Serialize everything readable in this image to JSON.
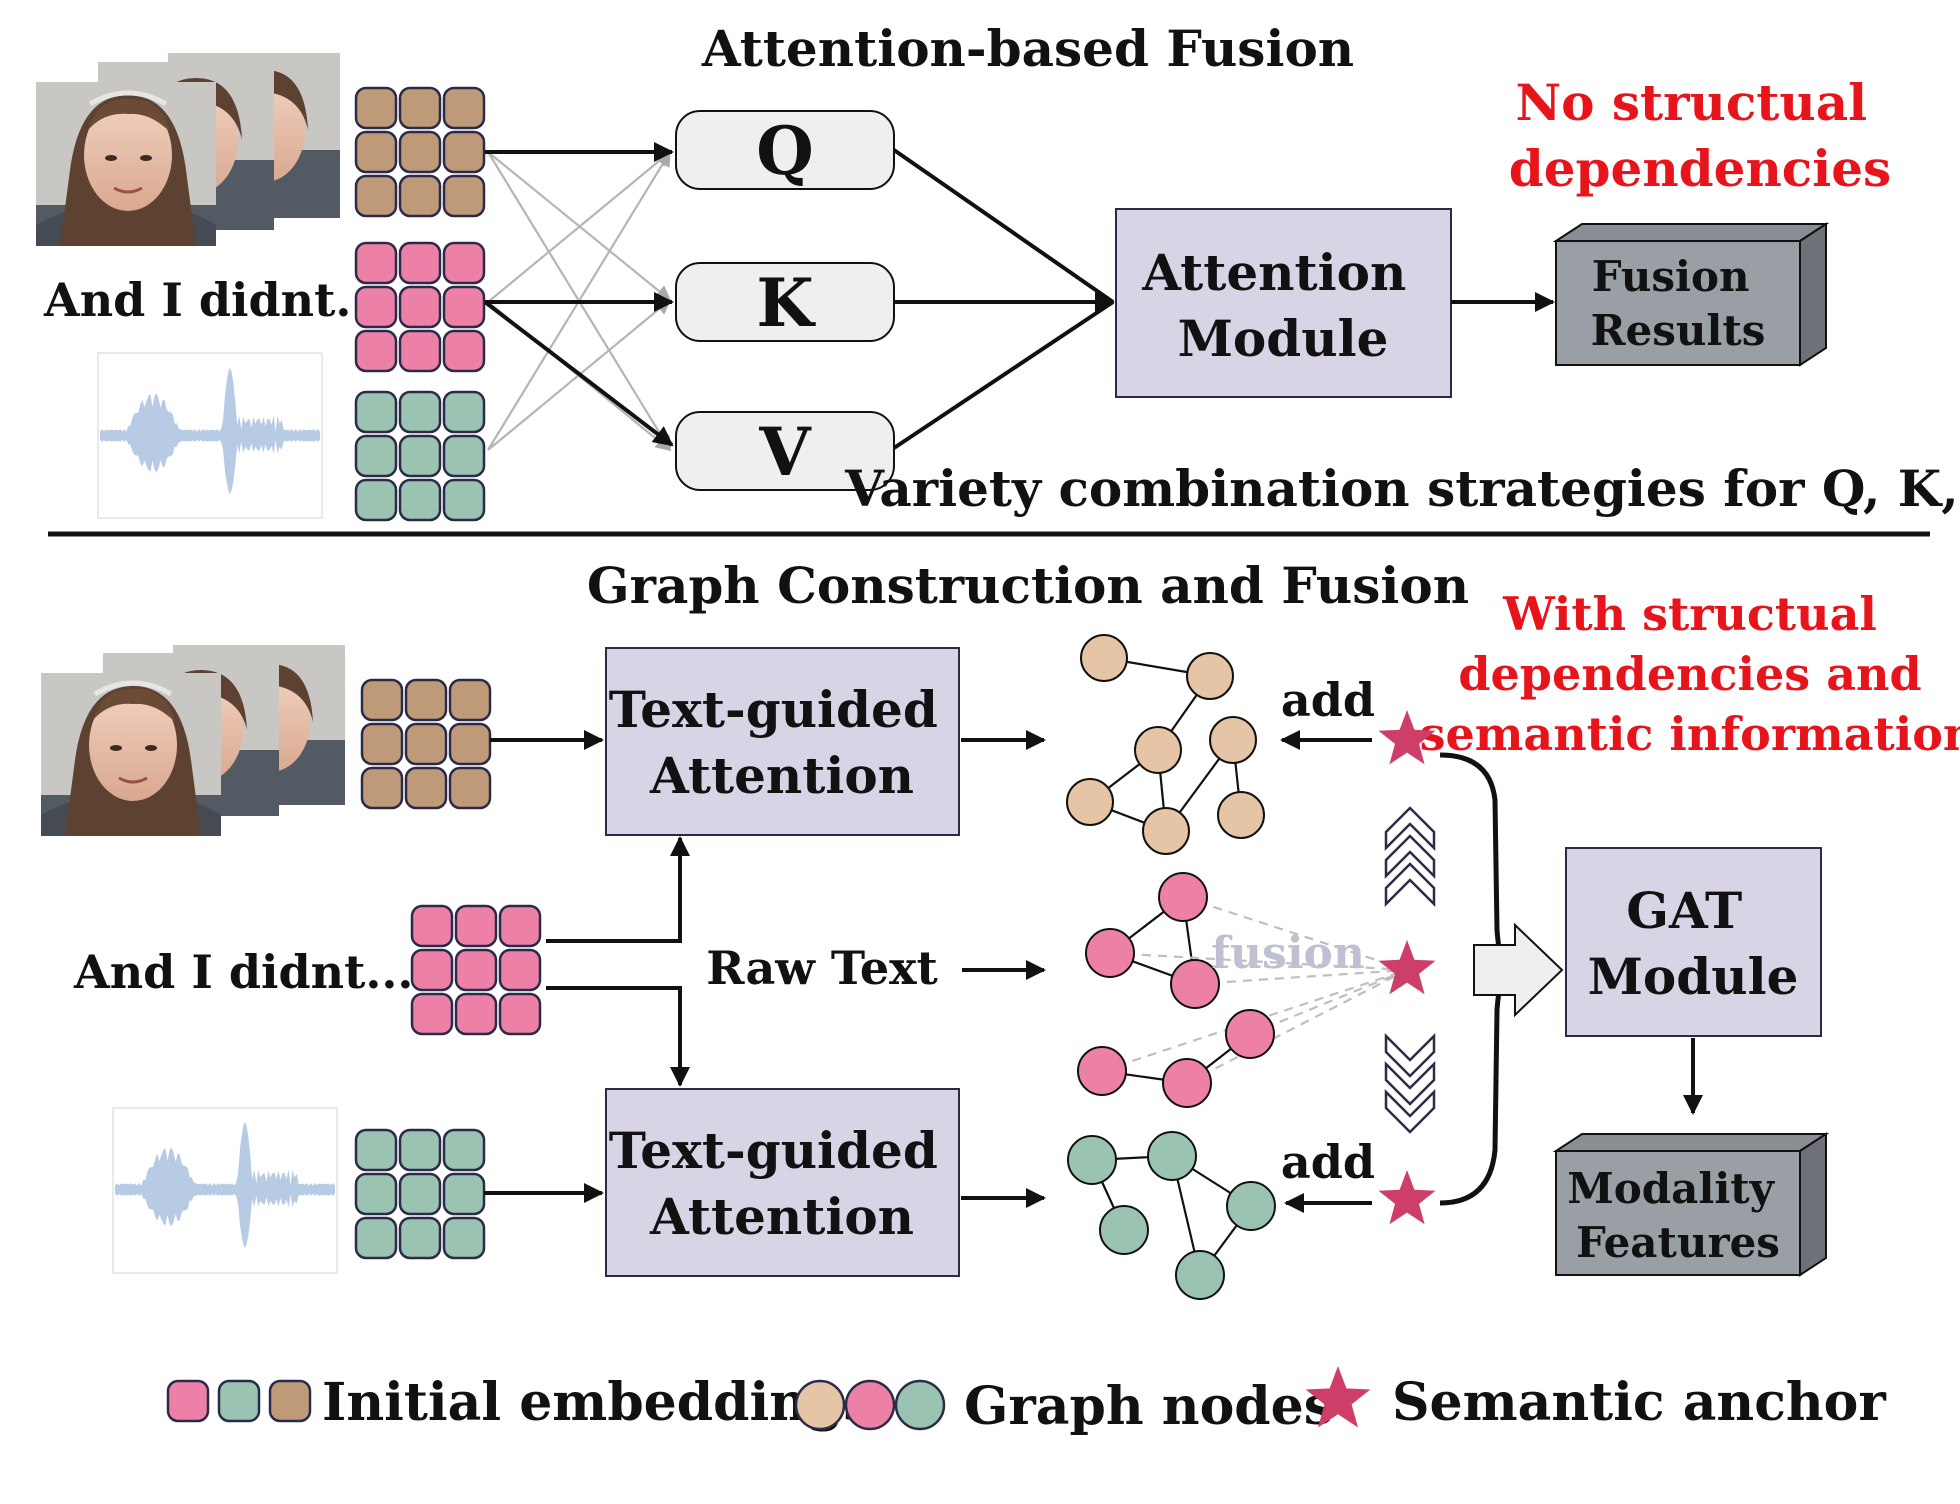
{
  "top": {
    "title": "Attention-based Fusion",
    "note_lines": [
      "No structual",
      "dependencies"
    ],
    "q_label": "Q",
    "k_label": "K",
    "v_label": "V",
    "attention_module": [
      "Attention",
      "Module"
    ],
    "fusion_results": [
      "Fusion",
      "Results"
    ],
    "text_input": "And I didnt..",
    "strategies": "Variety combination strategies for Q, K, V"
  },
  "bottom": {
    "title": "Graph Construction and Fusion",
    "note_lines": [
      "With structual",
      "dependencies and",
      "semantic information"
    ],
    "tga_top": [
      "Text-guided",
      "Attention"
    ],
    "tga_bottom": [
      "Text-guided",
      "Attention"
    ],
    "text_input": "And I didnt...",
    "raw_text": "Raw Text",
    "fusion": "fusion",
    "add_top": "add",
    "add_bottom": "add",
    "gat_module": [
      "GAT",
      "Module"
    ],
    "modality_features": [
      "Modality",
      "Features"
    ]
  },
  "legend": {
    "initial_embeddings": "Initial embeddings",
    "graph_nodes": "Graph nodes",
    "semantic_anchor": "Semantic anchor"
  },
  "colors": {
    "video": "#bf9a78",
    "text": "#ec80a7",
    "audio": "#9ac4b1",
    "video_node": "#e5c5a5",
    "text_node": "#ec80a7",
    "audio_node": "#9ac4b1",
    "module_fill": "#d8d3e5",
    "result_fill": "#9a9fa5",
    "qkv_fill": "#efefef",
    "star": "#cd3f68",
    "waveform": "#b8cbe4",
    "highlight_red": "#e8141b"
  },
  "icons": [
    "face-frames-icon",
    "waveform-icon",
    "embedding-grid-icon",
    "graph-icon",
    "star-icon",
    "chevron-up-icon",
    "chevron-down-icon",
    "hollow-arrow-icon"
  ]
}
